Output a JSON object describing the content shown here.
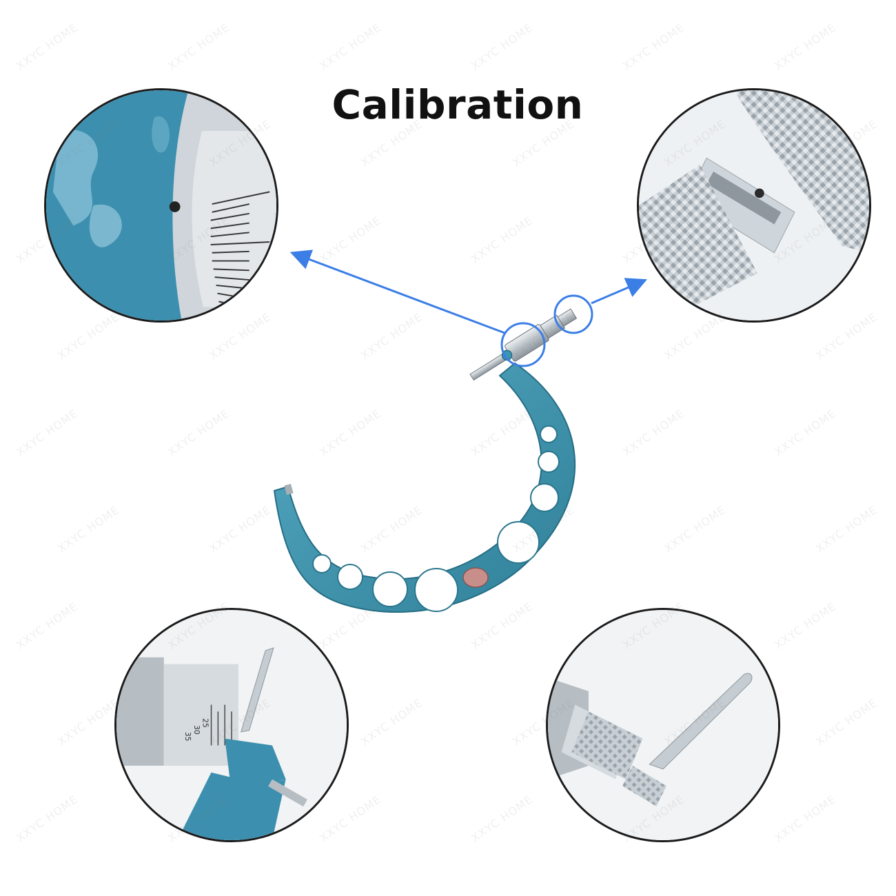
{
  "title": "Calibration",
  "watermark": "XXYC HOME",
  "colors": {
    "frame_blue": "#3c96b0",
    "arrow_blue": "#3b7ee6",
    "steel": "#c8ced3",
    "outline": "#1b1b1b"
  },
  "scale_labels": [
    "25",
    "30",
    "35"
  ],
  "views": [
    {
      "name": "frame-thimble-closeup"
    },
    {
      "name": "ratchet-knob-closeup"
    },
    {
      "name": "wrench-adjust-closeup"
    },
    {
      "name": "lock-knob-wrench-closeup"
    }
  ]
}
